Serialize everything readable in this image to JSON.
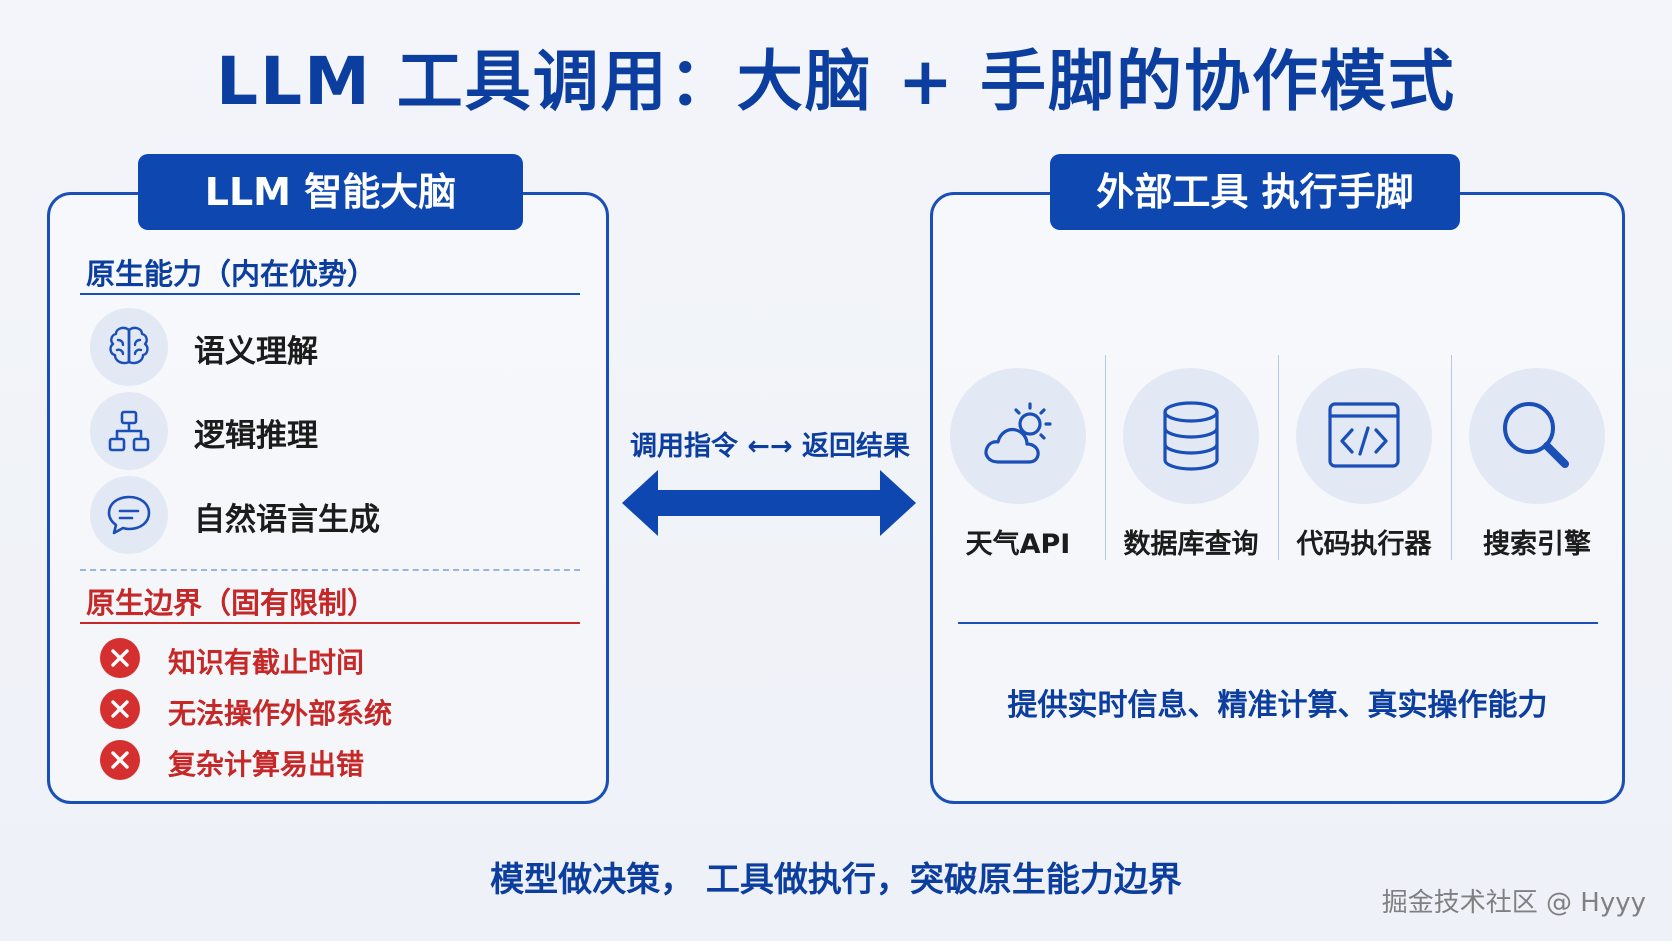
{
  "title": "LLM 工具调用：大脑 + 手脚的协作模式",
  "left_panel": {
    "header": "LLM 智能大脑",
    "native_abilities": {
      "title": "原生能力（内在优势）",
      "items": [
        {
          "icon": "brain-icon",
          "label": "语义理解"
        },
        {
          "icon": "hierarchy-icon",
          "label": "逻辑推理"
        },
        {
          "icon": "chat-bubble-icon",
          "label": "自然语言生成"
        }
      ]
    },
    "native_limits": {
      "title": "原生边界（固有限制）",
      "items": [
        {
          "icon": "x-circle-icon",
          "label": "知识有截止时间"
        },
        {
          "icon": "x-circle-icon",
          "label": "无法操作外部系统"
        },
        {
          "icon": "x-circle-icon",
          "label": "复杂计算易出错"
        }
      ]
    }
  },
  "connector": {
    "label": "调用指令 ←→ 返回结果",
    "icon": "double-arrow-icon"
  },
  "right_panel": {
    "header": "外部工具 执行手脚",
    "tools": [
      {
        "icon": "weather-icon",
        "label": "天气API"
      },
      {
        "icon": "database-icon",
        "label": "数据库查询"
      },
      {
        "icon": "code-icon",
        "label": "代码执行器"
      },
      {
        "icon": "search-icon",
        "label": "搜索引擎"
      }
    ],
    "caption": "提供实时信息、精准计算、真实操作能力"
  },
  "footer": "模型做决策， 工具做执行，突破原生能力边界",
  "watermark": "掘金技术社区 @ Hyyy",
  "colors": {
    "primary": "#0e47b0",
    "text_blue": "#0b3e9e",
    "danger": "#c62828",
    "icon_bg": "#e2e9f5"
  }
}
